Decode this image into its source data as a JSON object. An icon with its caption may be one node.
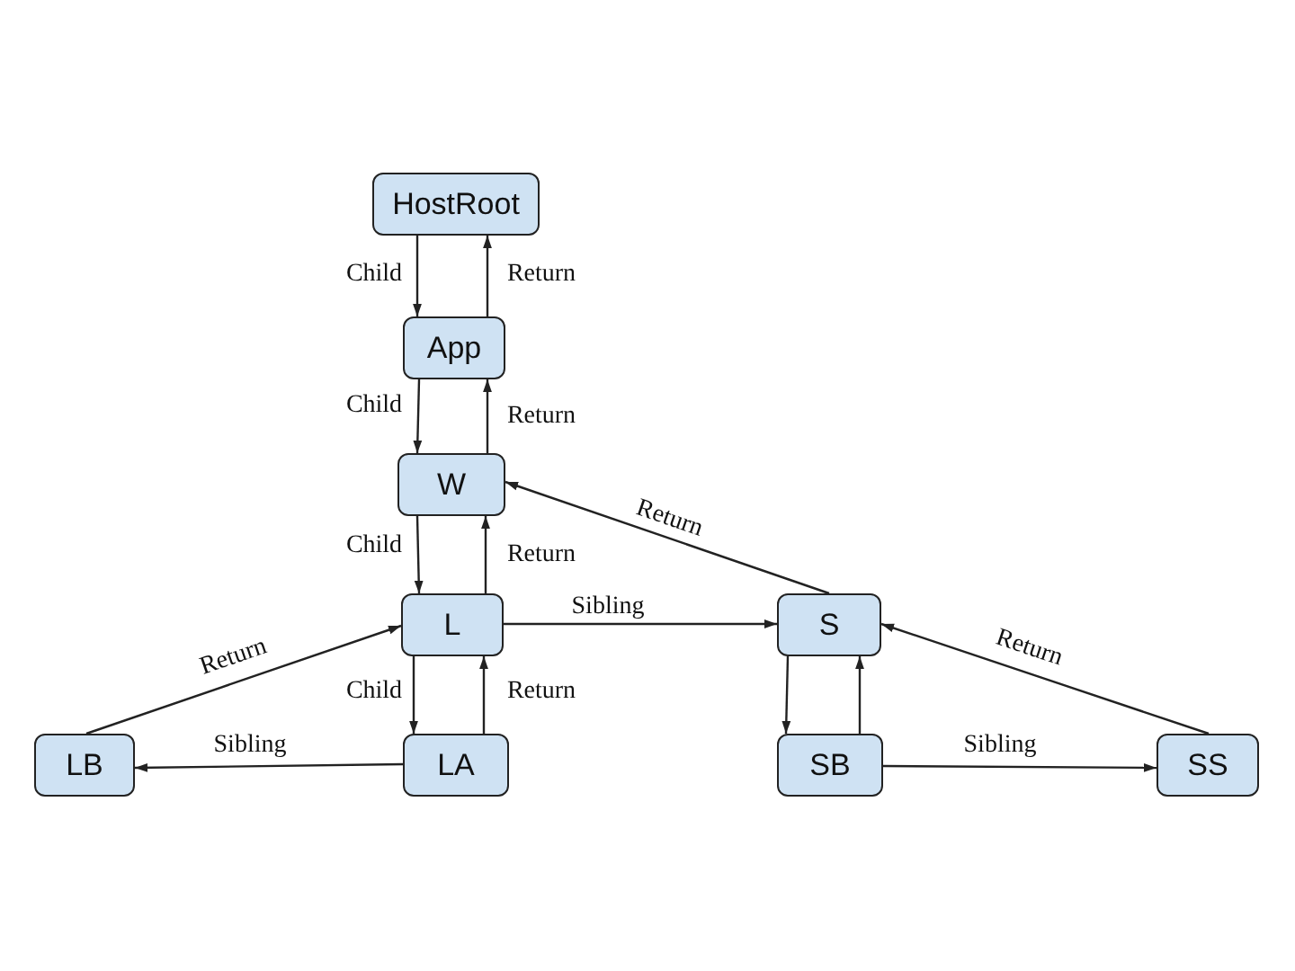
{
  "diagram": {
    "nodes": [
      {
        "text": [
          "HostRoot"
        ]
      },
      {
        "text": [
          "App"
        ]
      },
      {
        "text": [
          "W"
        ]
      },
      {
        "text": [
          "L"
        ]
      },
      {
        "text": [
          "S"
        ]
      },
      {
        "text": [
          "LB"
        ]
      },
      {
        "text": [
          "LA"
        ]
      },
      {
        "text": [
          "SB"
        ]
      },
      {
        "text": [
          "SS"
        ]
      }
    ],
    "edges": [
      {
        "from": 0,
        "to": 1,
        "arrow": "to",
        "label": "Child"
      },
      {
        "from": 1,
        "to": 0,
        "arrow": "to",
        "label": "Return"
      },
      {
        "from": 1,
        "to": 2,
        "arrow": "to",
        "label": "Child"
      },
      {
        "from": 2,
        "to": 1,
        "arrow": "to",
        "label": "Return"
      },
      {
        "from": 2,
        "to": 3,
        "arrow": "to",
        "label": "Child"
      },
      {
        "from": 3,
        "to": 2,
        "arrow": "to",
        "label": "Return"
      },
      {
        "from": 3,
        "to": 4,
        "arrow": "to",
        "label": "Sibling"
      },
      {
        "from": 3,
        "to": 6,
        "arrow": "to",
        "label": "Child"
      },
      {
        "from": 6,
        "to": 3,
        "arrow": "to",
        "label": "Return"
      },
      {
        "from": 6,
        "to": 5,
        "arrow": "to",
        "label": "Sibling"
      },
      {
        "from": 5,
        "to": 3,
        "arrow": "to",
        "label": "Return"
      },
      {
        "from": 4,
        "to": 2,
        "arrow": "to",
        "label": "Return"
      },
      {
        "from": 4,
        "to": 7,
        "arrow": "to"
      },
      {
        "from": 7,
        "to": 4,
        "arrow": "to"
      },
      {
        "from": 7,
        "to": 8,
        "arrow": "to",
        "label": "Sibling"
      },
      {
        "from": 8,
        "to": 4,
        "arrow": "to",
        "label": "Return"
      }
    ]
  }
}
